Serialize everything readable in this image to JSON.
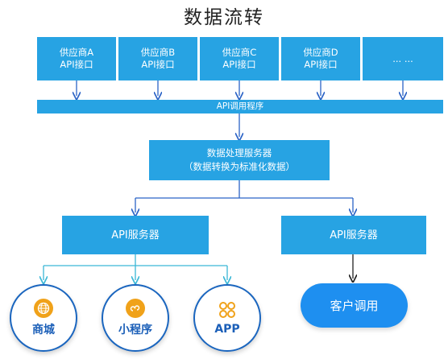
{
  "title": "数据流转",
  "suppliers": [
    {
      "line1": "供应商A",
      "line2": "API接口"
    },
    {
      "line1": "供应商B",
      "line2": "API接口"
    },
    {
      "line1": "供应商C",
      "line2": "API接口"
    },
    {
      "line1": "供应商D",
      "line2": "API接口"
    },
    {
      "line1": "... ...",
      "line2": ""
    }
  ],
  "api_caller": "API调用程序",
  "processor": {
    "line1": "数据处理服务器",
    "line2": "（数据转换为标准化数据）"
  },
  "api_server_left": "API服务器",
  "api_server_right": "API服务器",
  "clients": [
    {
      "label": "商城",
      "icon": "globe-icon"
    },
    {
      "label": "小程序",
      "icon": "mini-program-icon"
    },
    {
      "label": "APP",
      "icon": "app-grid-icon"
    }
  ],
  "customer_call": "客户调用",
  "colors": {
    "box": "#27a3e3",
    "arrow": "#2b63c6",
    "circle_border": "#1b66bf",
    "icon": "#f0a21a",
    "pill": "#1e8ff0"
  }
}
